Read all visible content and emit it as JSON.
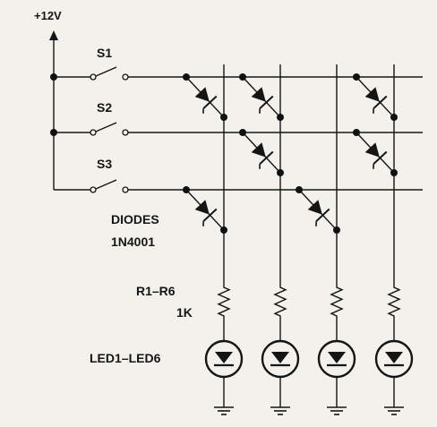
{
  "supply_label": "+12V",
  "switches": [
    {
      "label": "S1"
    },
    {
      "label": "S2"
    },
    {
      "label": "S3"
    }
  ],
  "diodes_label": "DIODES",
  "diodes_part": "1N4001",
  "resistors_label": "R1–R6",
  "resistors_value": "1K",
  "leds_label": "LED1–LED6",
  "colors": {
    "ink": "#151515",
    "paper": "#f2f1ec"
  }
}
